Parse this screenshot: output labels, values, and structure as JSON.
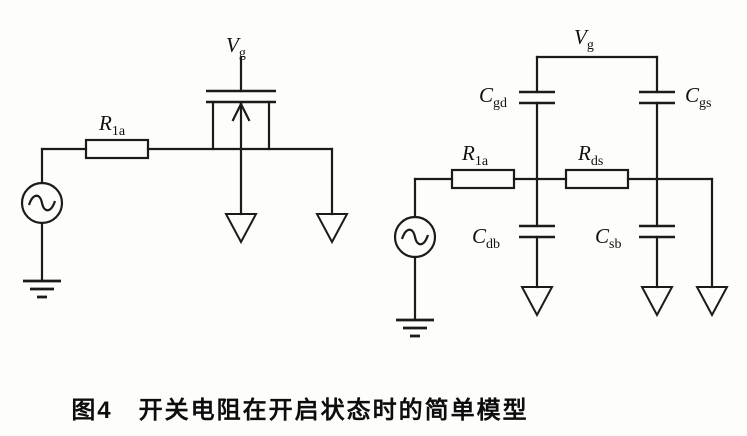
{
  "caption": "图4　开关电阻在开启状态时的简单模型",
  "left_circuit": {
    "gate_voltage": {
      "main": "V",
      "sub": "g"
    },
    "resistor_r1a": {
      "main": "R",
      "sub": "1a"
    }
  },
  "right_circuit": {
    "gate_voltage": {
      "main": "V",
      "sub": "g"
    },
    "resistor_r1a": {
      "main": "R",
      "sub": "1a"
    },
    "resistor_rds": {
      "main": "R",
      "sub": "ds"
    },
    "capacitor_cgd": {
      "main": "C",
      "sub": "gd"
    },
    "capacitor_cgs": {
      "main": "C",
      "sub": "gs"
    },
    "capacitor_cdb": {
      "main": "C",
      "sub": "db"
    },
    "capacitor_csb": {
      "main": "C",
      "sub": "sb"
    }
  },
  "colors": {
    "ink": "#1b1b1b",
    "paper": "#fdfdfb"
  }
}
